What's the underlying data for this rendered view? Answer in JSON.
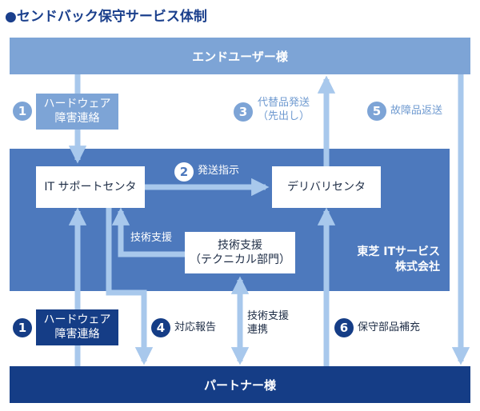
{
  "title": "●センドバック保守サービス体制",
  "end_user": "エンドユーザー様",
  "partner": "パートナー様",
  "company": {
    "line1": "東芝 ITサービス",
    "line2": "株式会社"
  },
  "nodes": {
    "it_support": "IT サポートセンタ",
    "delivery": "デリバリセンタ",
    "tech_support_line1": "技術支援",
    "tech_support_line2": "（テクニカル部門）"
  },
  "steps": [
    {
      "num": "1",
      "line1": "ハードウェア",
      "line2": "障害連絡"
    },
    {
      "num": "2",
      "text": "発送指示"
    },
    {
      "num": "3",
      "line1": "代替品発送",
      "line2": "（先出し）"
    },
    {
      "num": "4",
      "text": "対応報告"
    },
    {
      "num": "5",
      "text": "故障品返送"
    },
    {
      "num": "6",
      "text": "保守部品補充"
    },
    {
      "num": "1",
      "line1": "ハードウェア",
      "line2": "障害連絡"
    }
  ],
  "labels": {
    "tech_support_arrow": "技術支援",
    "tech_coop_line1": "技術支援",
    "tech_coop_line2": "連携"
  },
  "colors": {
    "light_blue": "#7da4d6",
    "mid_blue": "#4d79bd",
    "dark_navy": "#153d86",
    "arrow": "#a8c8ec"
  }
}
